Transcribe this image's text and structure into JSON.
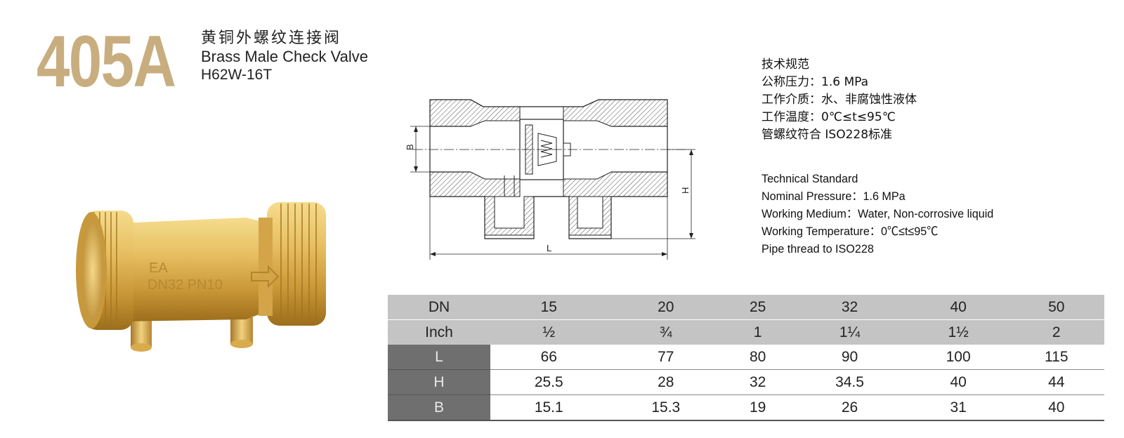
{
  "header": {
    "model_code": "405A",
    "title_cn": "黄铜外螺纹连接阀",
    "title_en": "Brass Male Check Valve",
    "product_code": "H62W-16T"
  },
  "product_photo": {
    "marking_line1": "EA",
    "marking_line2": "DN32 PN10"
  },
  "drawing": {
    "dim_b": "B",
    "dim_h": "H",
    "dim_l": "L"
  },
  "spec_cn": {
    "heading": "技术规范",
    "pressure": "公称压力：1.6 MPa",
    "medium": "工作介质：水、非腐蚀性液体",
    "temperature": "工作温度：0℃≤t≤95℃",
    "thread": "管螺纹符合 ISO228标准"
  },
  "spec_en": {
    "heading": "Technical Standard",
    "pressure": "Nominal Pressure：1.6 MPa",
    "medium": "Working Medium：Water, Non-corrosive liquid",
    "temperature": "Working Temperature：0℃≤t≤95℃",
    "thread": "Pipe thread to ISO228"
  },
  "table": {
    "header_rows": [
      {
        "label": "DN",
        "values": [
          "15",
          "20",
          "25",
          "32",
          "40",
          "50"
        ]
      },
      {
        "label": "Inch",
        "values": [
          "½",
          "¾",
          "1",
          "1¼",
          "1½",
          "2"
        ]
      }
    ],
    "rows": [
      {
        "label": "L",
        "values": [
          "66",
          "77",
          "80",
          "90",
          "100",
          "115"
        ]
      },
      {
        "label": "H",
        "values": [
          "25.5",
          "28",
          "32",
          "34.5",
          "40",
          "44"
        ]
      },
      {
        "label": "B",
        "values": [
          "15.1",
          "15.3",
          "19",
          "26",
          "31",
          "40"
        ]
      }
    ]
  },
  "colors": {
    "brand_gold": "#c8ad7f",
    "brass": "#e2b85a",
    "table_header_bg": "#c4c4c4",
    "table_label_bg": "#6f6f6f"
  }
}
